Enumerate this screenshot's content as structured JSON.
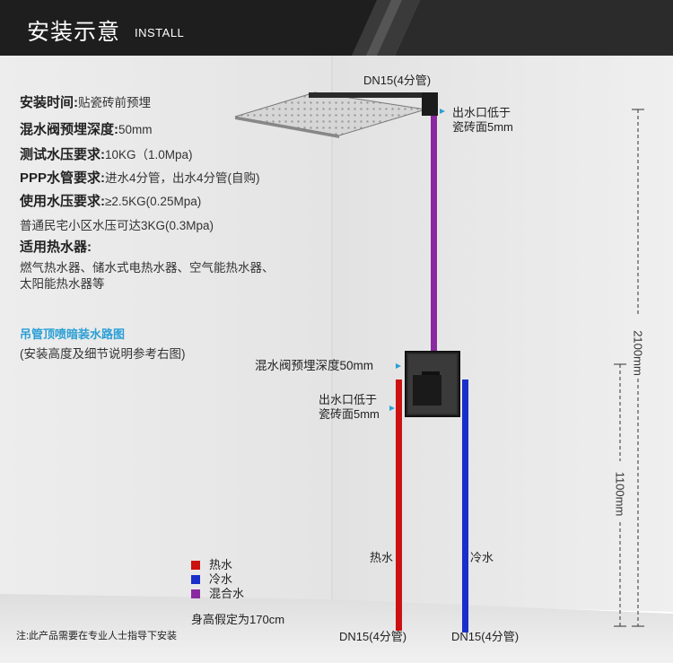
{
  "header": {
    "title": "安装示意",
    "subtitle": "INSTALL"
  },
  "specs": [
    {
      "label": "安装时间:",
      "value": "贴瓷砖前预埋"
    },
    {
      "label": "混水阀预埋深度:",
      "value": "50mm"
    },
    {
      "label": "测试水压要求:",
      "value": "10KG（1.0Mpa)"
    },
    {
      "label": "PPP水管要求:",
      "value": "进水4分管，出水4分管(自购)"
    },
    {
      "label": "使用水压要求:",
      "value": "≥2.5KG(0.25Mpa)"
    }
  ],
  "pressure_note": "普通民宅小区水压可达3KG(0.3Mpa)",
  "heater": {
    "label": "适用热水器:",
    "line1": "燃气热水器、储水式电热水器、空气能热水器、",
    "line2": "太阳能热水器等"
  },
  "diagram_title": "吊管顶喷暗装水路图",
  "diagram_note": "(安装高度及细节说明参考右图)",
  "labels": {
    "dn15_top": "DN15(4分管)",
    "outlet_top_1": "出水口低于",
    "outlet_top_2": "瓷砖面5mm",
    "valve_depth": "混水阀预埋深度50mm",
    "outlet_mid_1": "出水口低于",
    "outlet_mid_2": "瓷砖面5mm",
    "hot_pipe": "热水",
    "cold_pipe": "冷水",
    "dn15_left": "DN15(4分管)",
    "dn15_right": "DN15(4分管)",
    "height_2100": "2100mm",
    "height_1100": "1100mm",
    "body_height": "身高假定为170cm",
    "footnote": "注:此产品需要在专业人士指导下安装"
  },
  "legend": [
    {
      "label": "热水",
      "color": "#cc1111"
    },
    {
      "label": "冷水",
      "color": "#1a2fc9"
    },
    {
      "label": "混合水",
      "color": "#8a2aa0"
    }
  ],
  "colors": {
    "hot": "#cc1111",
    "cold": "#1a2fc9",
    "mixed": "#8a2aa0",
    "header": "#1a1a1a"
  },
  "icons": [
    "shower-head-icon",
    "mixing-valve-icon"
  ]
}
